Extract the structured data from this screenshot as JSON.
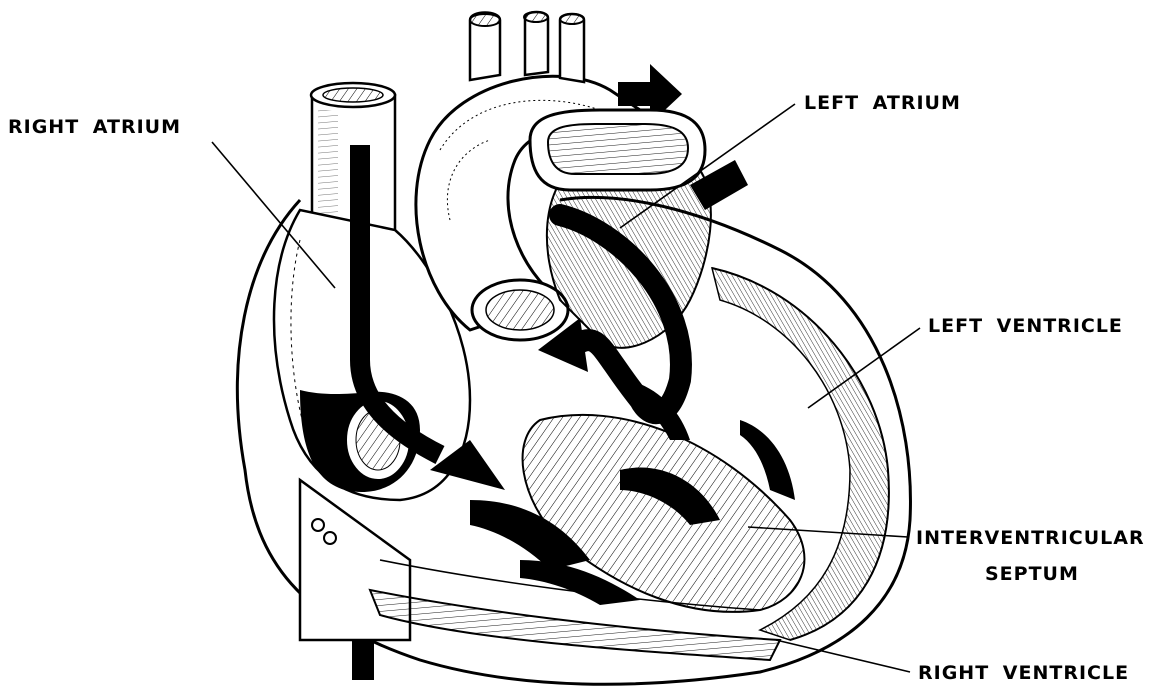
{
  "labels": {
    "right_atrium": "RIGHT ATRIUM",
    "left_atrium": "LEFT ATRIUM",
    "left_ventricle": "LEFT VENTRICLE",
    "interventricular_line1": "INTERVENTRICULAR",
    "interventricular_line2": "SEPTUM",
    "right_ventricle": "RIGHT VENTRICLE"
  },
  "colors": {
    "ink": "#000000",
    "paper": "#ffffff"
  }
}
